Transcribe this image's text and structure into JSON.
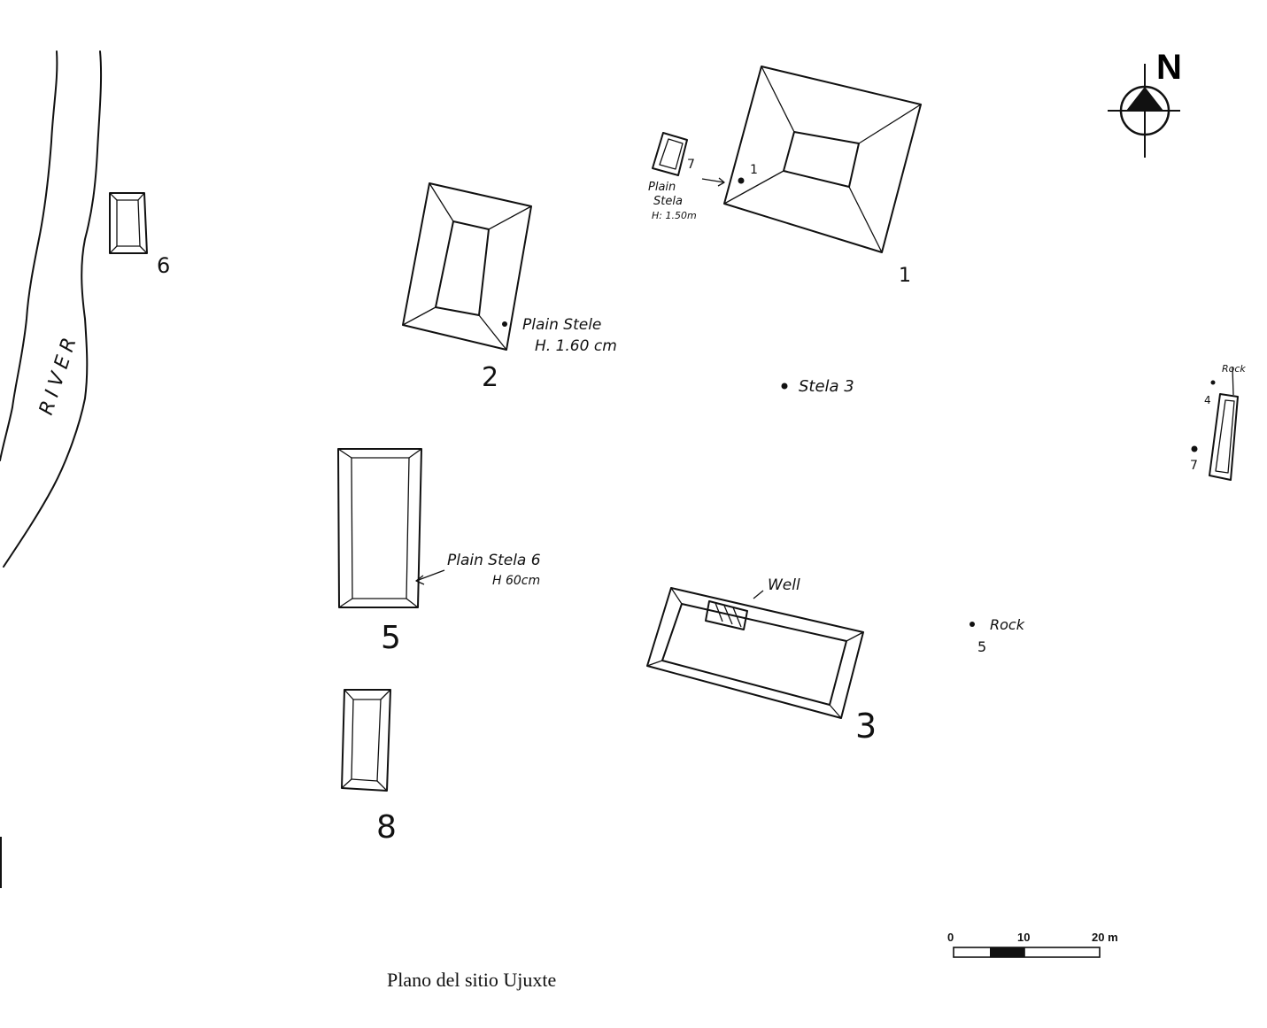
{
  "caption": "Plano del sitio Ujuxte",
  "north_label": "N",
  "river_label": "RIVER",
  "structures": [
    {
      "id": "1",
      "label": "1"
    },
    {
      "id": "2",
      "label": "2"
    },
    {
      "id": "3",
      "label": "3"
    },
    {
      "id": "5",
      "label": "5"
    },
    {
      "id": "6",
      "label": "6"
    },
    {
      "id": "7",
      "label": "7"
    },
    {
      "id": "8",
      "label": "8"
    }
  ],
  "annotations": {
    "stela_1_number": "1",
    "stela_near_1_line1": "Plain",
    "stela_near_1_line2": "Stela",
    "stela_near_1_line3": "H: 1.50m",
    "stela_2_line1": "Plain Stele",
    "stela_2_line2": "H. 1.60 cm",
    "stela_3": "Stela 3",
    "stela_6_line1": "Plain Stela 6",
    "stela_6_line2": "H 60cm",
    "well": "Well",
    "rock_5_line1": "Rock",
    "rock_5_line2": "5",
    "east_rock": "Rock",
    "east_num_4": "4",
    "east_num_7": "7"
  },
  "scale_bar": {
    "ticks": [
      "0",
      "10",
      "20 m"
    ]
  }
}
